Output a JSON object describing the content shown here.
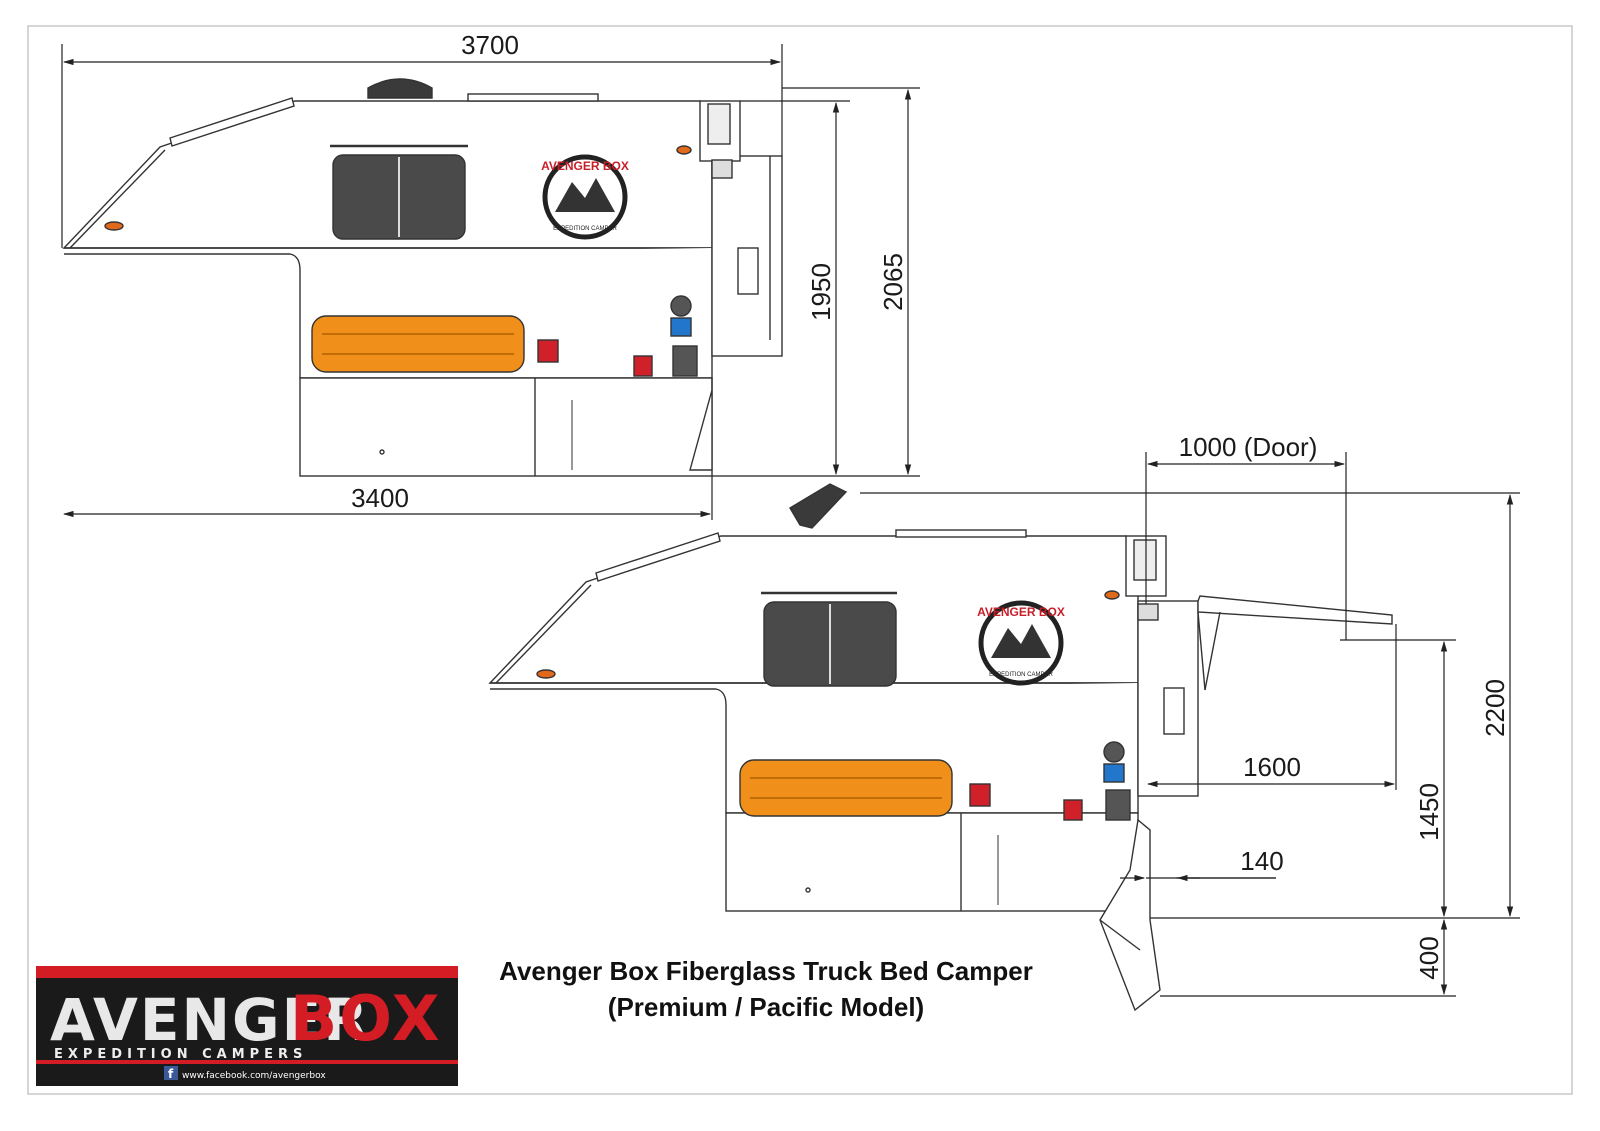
{
  "dimensions": {
    "side_length_overall": "3700",
    "side_length_base": "3400",
    "side_height_body": "1950",
    "side_height_overall": "2065",
    "door_width": "1000 (Door)",
    "open_height_overall": "2200",
    "open_door_extension": "1600",
    "open_height_door": "1450",
    "step_offset": "140",
    "step_height": "400"
  },
  "decal": {
    "name": "AVENGER BOX",
    "sub": "EXPEDITION CAMPER"
  },
  "title": {
    "line1": "Avenger Box Fiberglass Truck Bed Camper",
    "line2": "(Premium / Pacific Model)"
  },
  "logo": {
    "word1": "AVENGER",
    "word2": "BOX",
    "tagline": "EXPEDITION   CAMPERS",
    "facebook_icon": "f",
    "facebook_url": "www.facebook.com/avengerbox"
  },
  "colors": {
    "outline": "#333333",
    "window": "#4a4a4a",
    "recovery_board": "#f0901a",
    "red_box": "#d0202a",
    "blue_box": "#2277cc",
    "logo_red": "#d41c24",
    "logo_bg": "#1a1a1a"
  }
}
